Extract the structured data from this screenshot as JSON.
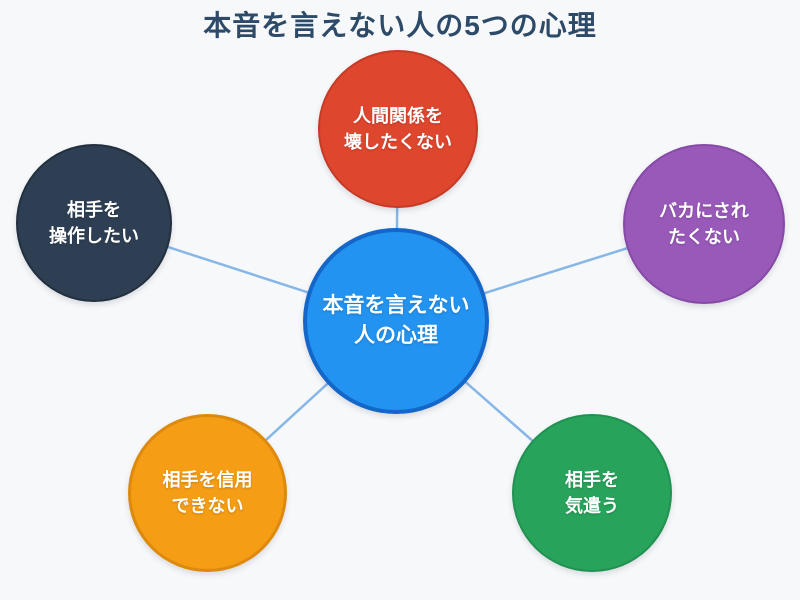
{
  "diagram": {
    "title": "本音を言えない人の5つの心理",
    "title_color": "#2D4A68",
    "background": "#F7F8FA",
    "connector_color": "#87B7E7",
    "center_node": {
      "line1": "本音を言えない",
      "line2": "人の心理",
      "fill": "#2293F0",
      "border": "#1467C8",
      "text_color": "#FFFFFF"
    },
    "nodes": [
      {
        "name": "keep-relationships",
        "line1": "人間関係を",
        "line2": "壊したくない",
        "fill": "#DF462E",
        "border": "#C53B26",
        "position": "top"
      },
      {
        "name": "manipulate-partner",
        "line1": "相手を",
        "line2": "操作したい",
        "fill": "#2E3F54",
        "border": "#22303F",
        "position": "left"
      },
      {
        "name": "avoid-ridicule",
        "line1": "バカにされ",
        "line2": "たくない",
        "fill": "#9859B8",
        "border": "#8749A7",
        "position": "right"
      },
      {
        "name": "distrust-partner",
        "line1": "相手を信用",
        "line2": "できない",
        "fill": "#F49D15",
        "border": "#DD8A0C",
        "position": "bottom-left"
      },
      {
        "name": "considerate-partner",
        "line1": "相手を",
        "line2": "気遣う",
        "fill": "#28A35C",
        "border": "#1F9150",
        "position": "bottom-right"
      }
    ]
  }
}
